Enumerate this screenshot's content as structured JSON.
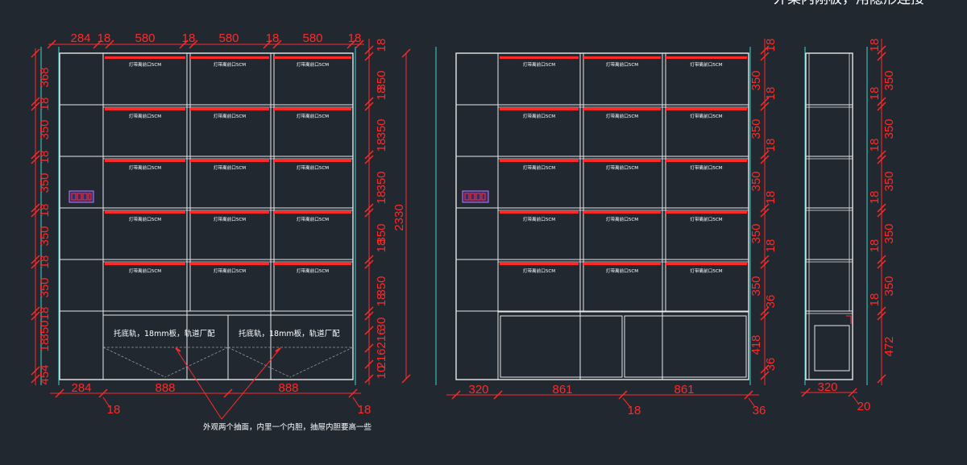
{
  "title_partial": "外柔内刚板，用隐形连接",
  "led_label": "灯带离前口5CM",
  "drawer_note": "托底轨，18mm板，轨道厂配",
  "bottom_note": "外观两个抽面，内里一个内胆，抽屉内胆要高一些",
  "front_view": {
    "top_dims": [
      "284",
      "18",
      "580",
      "18",
      "580",
      "18",
      "580",
      "18"
    ],
    "left_dims": [
      "368",
      "18",
      "350",
      "18",
      "350",
      "18",
      "350",
      "18",
      "350",
      "18",
      "350",
      "18",
      "454",
      "18"
    ],
    "right_dims": [
      "18",
      "350",
      "18",
      "350",
      "18",
      "350",
      "18",
      "350",
      "18",
      "350",
      "18",
      "30",
      "216",
      "216",
      "10"
    ],
    "total_height": "2330",
    "bottom_dims": [
      "284",
      "888",
      "888",
      "18",
      "18"
    ]
  },
  "middle_view": {
    "right_dims": [
      "18",
      "350",
      "18",
      "350",
      "18",
      "350",
      "18",
      "350",
      "18",
      "350",
      "36",
      "418",
      "36"
    ],
    "bottom_dims": [
      "320",
      "861",
      "861",
      "18",
      "36"
    ]
  },
  "side_view": {
    "right_dims": [
      "18",
      "350",
      "18",
      "350",
      "18",
      "350",
      "18",
      "350",
      "18",
      "350",
      "18",
      "472"
    ],
    "bottom_dims": [
      "320",
      "20"
    ]
  },
  "colors": {
    "background": "#212830",
    "dimension": "#ff2a2a",
    "line": "#ffffff",
    "edge": "#3fd4d4"
  }
}
